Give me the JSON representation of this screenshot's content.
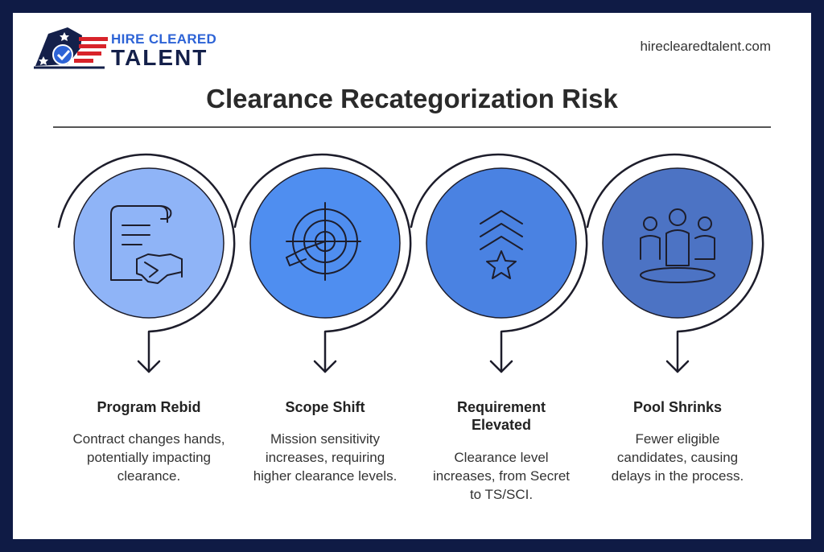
{
  "brand": {
    "logo_line1": "HIRE CLEARED",
    "logo_line2": "TALENT",
    "website": "hireclearedtalent.com"
  },
  "title": "Clearance Recategorization Risk",
  "colors": {
    "frame": "#0f1b45",
    "circle1": "#8fb4f7",
    "circle2": "#4f8ef0",
    "circle3": "#4a82e2",
    "circle4": "#4c73c4"
  },
  "steps": [
    {
      "icon": "contract-handshake-icon",
      "title": "Program Rebid",
      "description": "Contract changes hands, potentially impacting clearance."
    },
    {
      "icon": "target-crosshair-icon",
      "title": "Scope Shift",
      "description": "Mission sensitivity increases, requiring higher clearance levels."
    },
    {
      "icon": "chevrons-star-icon",
      "title": "Requirement Elevated",
      "description": "Clearance level increases, from Secret to TS/SCI."
    },
    {
      "icon": "people-group-icon",
      "title": "Pool Shrinks",
      "description": "Fewer eligible candidates, causing delays in the process."
    }
  ]
}
